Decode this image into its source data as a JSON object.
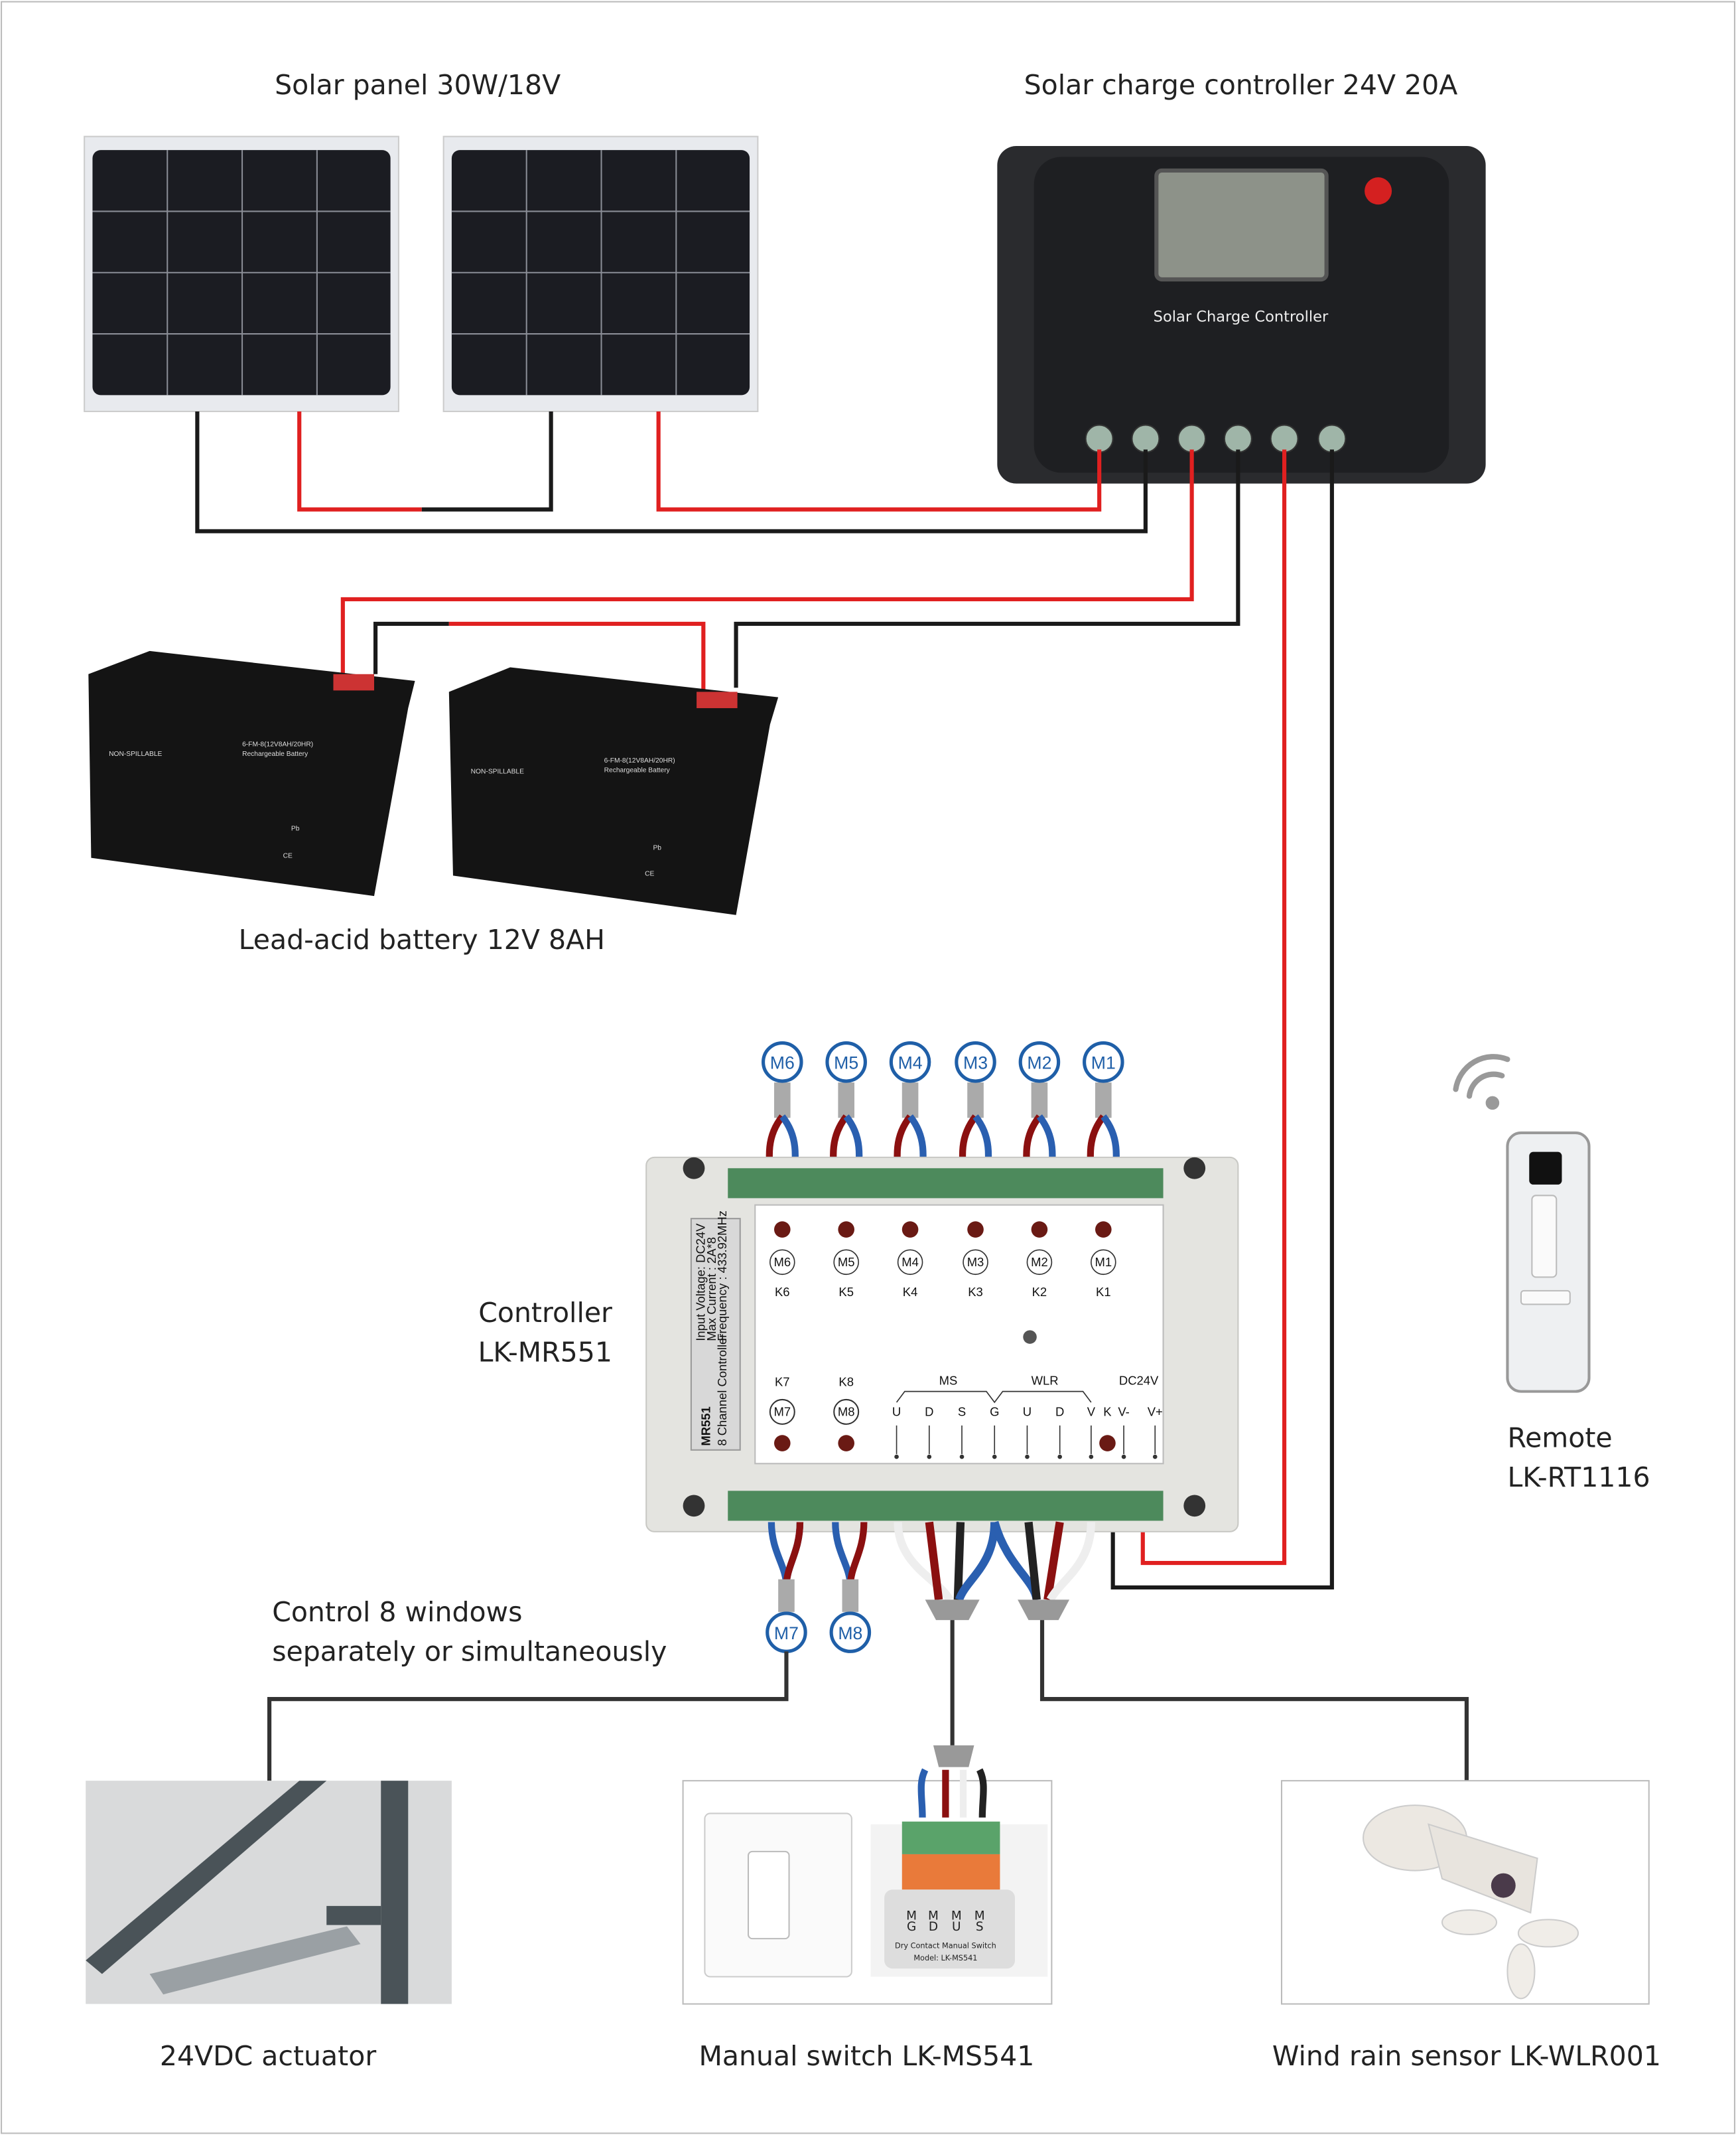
{
  "labels": {
    "solar_panel": "Solar panel 30W/18V",
    "charge_controller": "Solar charge controller 24V 20A",
    "battery": "Lead-acid battery 12V 8AH",
    "controller_line1": "Controller",
    "controller_line2": "LK-MR551",
    "remote_line1": "Remote",
    "remote_line2": "LK-RT1116",
    "control_line1": "Control 8 windows",
    "control_line2": "separately or simultaneously",
    "actuator": "24VDC actuator",
    "manual_switch": "Manual switch LK-MS541",
    "sensor": "Wind rain sensor LK-WLR001"
  },
  "charge_controller_device": {
    "label": "Solar Charge Controller"
  },
  "battery_device": {
    "model": "6-FM-8(12V8AH/20HR)",
    "type": "Rechargeable Battery",
    "non_spillable": "NON-SPILLABLE",
    "pb": "Pb",
    "ce": "CE"
  },
  "controller_device": {
    "sticker": [
      "MR551",
      "8 Channel Controller",
      "Input Voltage: DC24V",
      "Max Current : 2A*8",
      "Frequency : 433.92MHz"
    ],
    "motors_top": [
      "M6",
      "M5",
      "M4",
      "M3",
      "M2",
      "M1"
    ],
    "keys_top": [
      "K6",
      "K5",
      "K4",
      "K3",
      "K2",
      "K1"
    ],
    "motors_bottom": [
      "M7",
      "M8"
    ],
    "keys_bottom": [
      "K7",
      "K8"
    ],
    "groups": [
      "MS",
      "WLR",
      "DC24V"
    ],
    "terminals": [
      "U",
      "D",
      "S",
      "G",
      "U",
      "D",
      "V",
      "K",
      "V-",
      "V+"
    ]
  },
  "motor_callouts_top": [
    "M6",
    "M5",
    "M4",
    "M3",
    "M2",
    "M1"
  ],
  "motor_callouts_bottom": [
    "M7",
    "M8"
  ],
  "switch_device": {
    "terminals_top": [
      "M",
      "M",
      "M",
      "M"
    ],
    "terminals_bottom": [
      "G",
      "D",
      "U",
      "S"
    ],
    "name": "Dry Contact Manual Switch",
    "model": "Model: LK-MS541"
  },
  "colors": {
    "wire_positive": "#e02020",
    "wire_negative": "#1a1a1a",
    "callout": "#1f5fa8"
  }
}
